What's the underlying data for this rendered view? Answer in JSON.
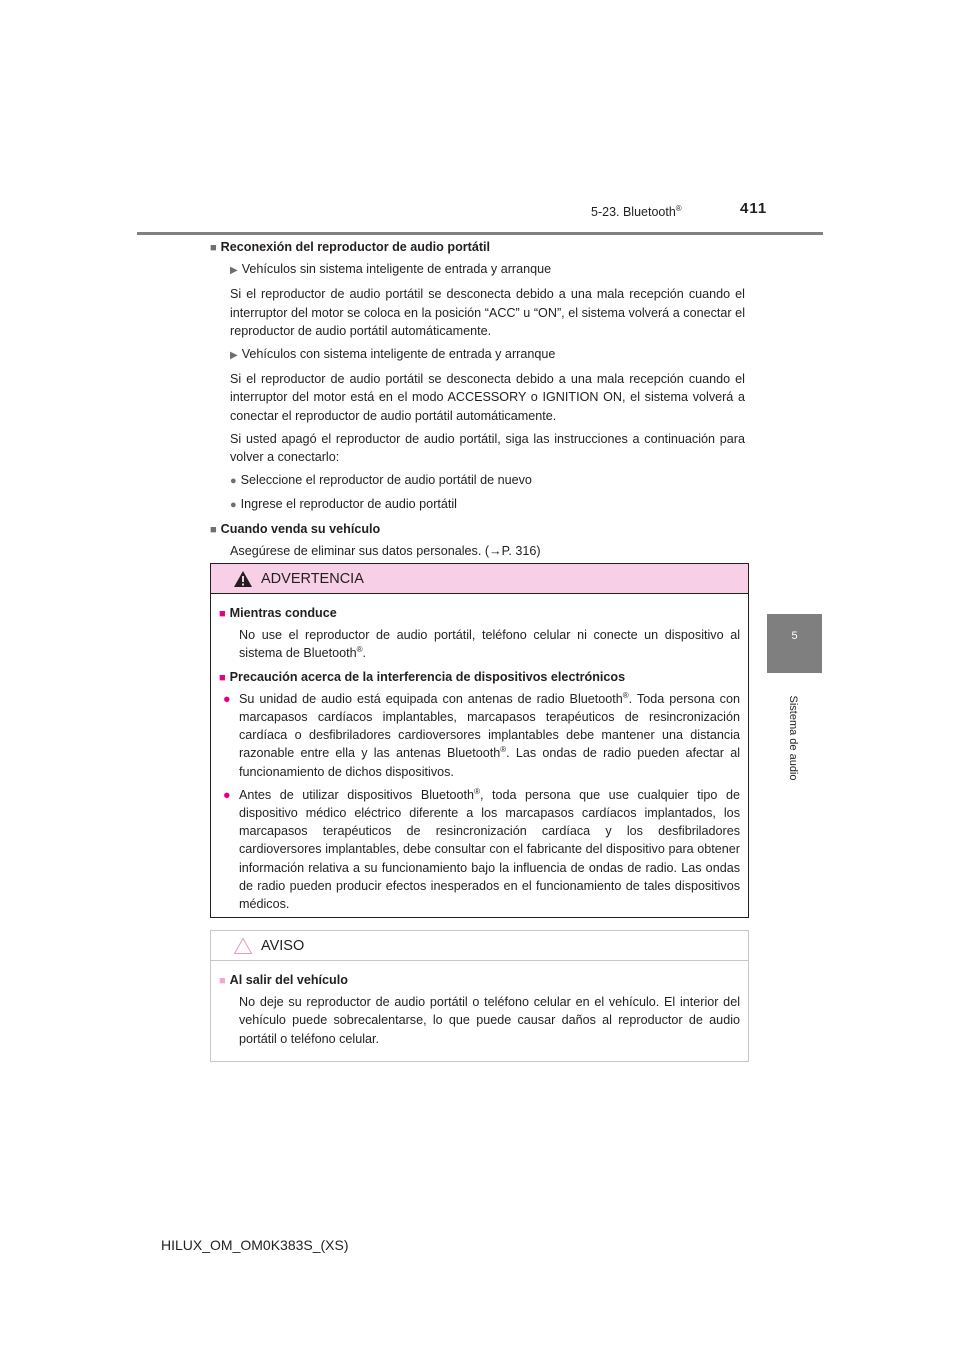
{
  "header": {
    "section": "5-23. Bluetooth",
    "section_reg": "®",
    "page_number": "411"
  },
  "side_tab": {
    "number": "5",
    "label": "Sistema de audio"
  },
  "content": {
    "h1": "Reconexión del reproductor de audio portátil",
    "sub1": "Vehículos sin sistema inteligente de entrada y arranque",
    "p1": "Si el reproductor de audio portátil se desconecta debido a una mala recepción cuando el interruptor del motor se coloca en la posición “ACC” u “ON”, el sistema volverá a conectar el reproductor de audio portátil automáticamente.",
    "sub2": "Vehículos con sistema inteligente de entrada y arranque",
    "p2": "Si el reproductor de audio portátil se desconecta debido a una mala recepción cuando el interruptor del motor está en el modo ACCESSORY o IGNITION ON, el sistema volverá a conectar el reproductor de audio portátil automáticamente.",
    "p3": "Si usted apagó el reproductor de audio portátil, siga las instrucciones a continuación para volver a conectarlo:",
    "b1": "Seleccione el reproductor de audio portátil de nuevo",
    "b2": "Ingrese el reproductor de audio portátil",
    "h2": "Cuando venda su vehículo",
    "p4_pre": "Asegúrese de eliminar sus datos personales. (",
    "p4_arrow": "→",
    "p4_ref": "P. 316)"
  },
  "warning": {
    "title": "ADVERTENCIA",
    "h1": "Mientras conduce",
    "p1a": "No use el reproductor de audio portátil, teléfono celular ni conecte un dispositivo al sistema de Bluetooth",
    "p1b": ".",
    "h2": "Precaución acerca de la interferencia de dispositivos electrónicos",
    "b1a": "Su unidad de audio está equipada con antenas de radio Bluetooth",
    "b1b": ". Toda persona con marcapasos cardíacos implantables, marcapasos terapéuticos de resincronización cardíaca o desfibriladores cardioversores implantables debe mantener una distancia razonable entre ella y las antenas Bluetooth",
    "b1c": ". Las ondas de radio pueden afectar al funcionamiento de dichos dispositivos.",
    "b2a": "Antes de utilizar dispositivos Bluetooth",
    "b2b": ", toda persona que use cualquier tipo de dispositivo médico eléctrico diferente a los marcapasos cardíacos implantados, los marcapasos terapéuticos de resincronización cardíaca y los desfibriladores cardioversores implantables, debe consultar con el fabricante del dispositivo para obtener información relativa a su funcionamiento bajo la influencia de ondas de radio. Las ondas de radio pueden producir efectos inesperados en el funcionamiento de tales dispositivos médicos.",
    "reg": "®"
  },
  "notice": {
    "title": "AVISO",
    "h1": "Al salir del vehículo",
    "p1": "No deje su reproductor de audio portátil o teléfono celular en el vehículo. El interior del vehículo puede sobrecalentarse, lo que puede causar daños al reproductor de audio portátil o teléfono celular."
  },
  "footer": {
    "doc_code": "HILUX_OM_OM0K383S_(XS)"
  }
}
